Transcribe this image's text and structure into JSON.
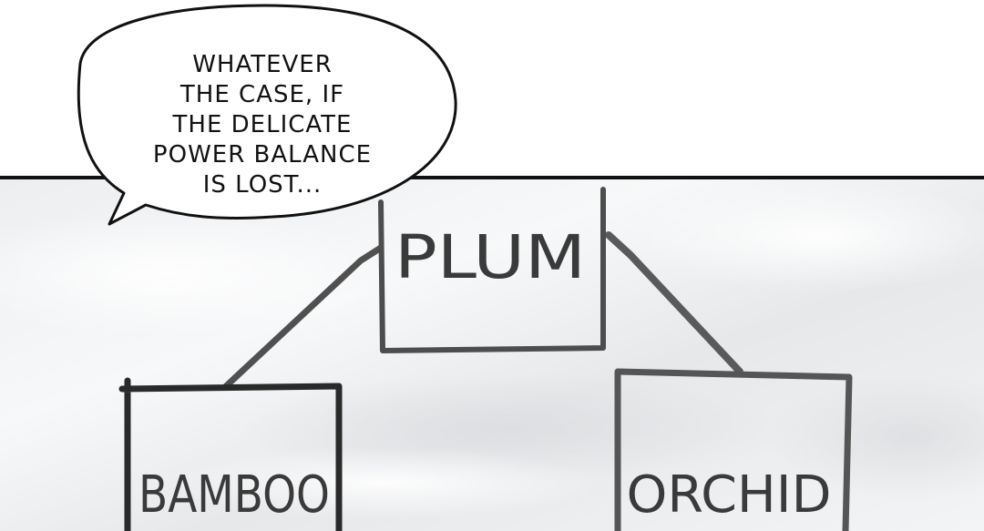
{
  "speech_bubble": {
    "lines": [
      "WHATEVER",
      "THE CASE, IF",
      "THE DELICATE",
      "POWER BALANCE",
      "IS LOST..."
    ]
  },
  "diagram": {
    "top_node": "PLUM",
    "left_node": "BAMBOO",
    "right_node": "ORCHID"
  },
  "colors": {
    "panel_border": "#111111",
    "ink": "#3a3a3a",
    "paper": "#ffffff"
  }
}
